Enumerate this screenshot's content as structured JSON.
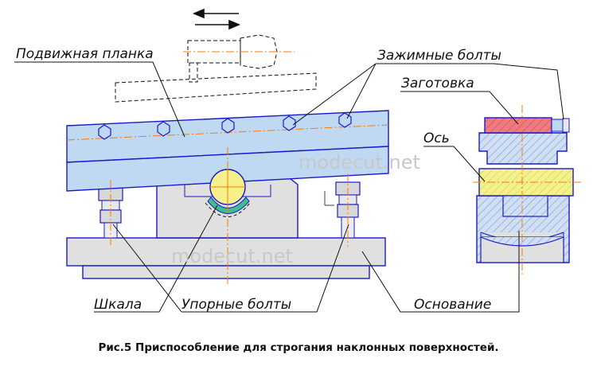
{
  "labels": {
    "movable_bar": "Подвижная планка",
    "clamp_bolts": "Зажимные болты",
    "workpiece": "Заготовка",
    "axis": "Ось",
    "scale": "Шкала",
    "stop_bolts": "Упорные болты",
    "base": "Основание"
  },
  "watermark": "modecut.net",
  "caption": "Рис.5 Приспособление для строгания наклонных поверхностей.",
  "colors": {
    "outline": "#1a1acc",
    "bar_fill": "#bfd9f2",
    "body_fill": "#e0e0e0",
    "axis_fill": "#f4f18a",
    "workpiece_fill": "#f07a80",
    "scale_fill": "#3fbf8f",
    "centerline": "#ff7a00",
    "hatch": "#7f7fdf"
  },
  "icons": {
    "motion_arrows": "double-arrow-icon",
    "hex_nut": "hex-nut-icon"
  }
}
